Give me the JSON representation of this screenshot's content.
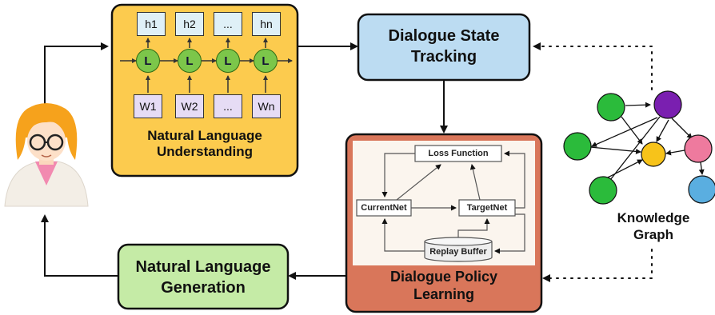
{
  "nlu": {
    "title_line1": "Natural Language",
    "title_line2": "Understanding",
    "hidden": [
      "h1",
      "h2",
      "...",
      "hn"
    ],
    "lstm_label": "L",
    "words": [
      "W1",
      "W2",
      "...",
      "Wn"
    ]
  },
  "dst": {
    "line1": "Dialogue State",
    "line2": "Tracking"
  },
  "dpl": {
    "line1": "Dialogue Policy",
    "line2": "Learning",
    "inner": {
      "loss": "Loss Function",
      "current": "CurrentNet",
      "target": "TargetNet",
      "buffer": "Replay Buffer"
    }
  },
  "nlg": {
    "line1": "Natural Language",
    "line2": "Generation"
  },
  "kg": {
    "line1": "Knowledge",
    "line2": "Graph"
  },
  "colors": {
    "nlu_fill": "#fccb4e",
    "dst_fill": "#bcdcf2",
    "dpl_fill": "#d9765a",
    "nlg_fill": "#c5eba6",
    "kg_green": "#2bbb3b",
    "kg_purple": "#7a1fb0",
    "kg_yellow": "#f7c31a",
    "kg_pink": "#ee7a9e",
    "kg_blue": "#5aaee0"
  },
  "icons": {
    "user": "user-avatar-icon"
  }
}
